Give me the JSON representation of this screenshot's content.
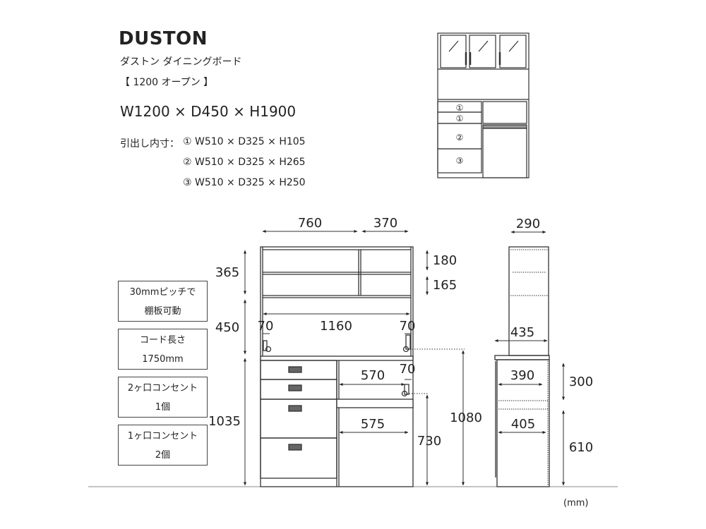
{
  "header": {
    "title": "DUSTON",
    "subtitle": "ダストン ダイニングボード",
    "variant": "【 1200 オープン 】",
    "overall_size": "W1200 × D450 × H1900"
  },
  "drawer_dims": {
    "label": "引出し内寸：",
    "rows": [
      "① W510 × D325 × H105",
      "② W510 × D325 × H265",
      "③ W510 × D325 × H250"
    ]
  },
  "thumbnail": {
    "markers": [
      "①",
      "①",
      "②",
      "③"
    ]
  },
  "notes": [
    {
      "line1": "30mmピッチで",
      "line2": "棚板可動"
    },
    {
      "line1": "コード長さ",
      "line2": "1750mm"
    },
    {
      "line1": "2ヶ口コンセント",
      "line2": "1個"
    },
    {
      "line1": "1ヶ口コンセント",
      "line2": "2個"
    }
  ],
  "front_view": {
    "width_left": "760",
    "width_right": "370",
    "hutch_height": "365",
    "gap_height": "450",
    "base_height": "1035",
    "shelf_upper": "180",
    "shelf_lower": "165",
    "inner_width": "1160",
    "outlet_offset_left": "70",
    "outlet_offset_right": "70",
    "outlet_offset_lower": "70",
    "upper_niche_width": "570",
    "lower_niche_width": "575",
    "outlet_height_upper": "1080",
    "outlet_height_lower": "730"
  },
  "side_view": {
    "hutch_depth": "290",
    "counter_depth": "435",
    "upper_niche_depth": "390",
    "lower_niche_depth": "405",
    "upper_niche_height": "300",
    "lower_niche_height": "610"
  },
  "unit": "(mm)"
}
